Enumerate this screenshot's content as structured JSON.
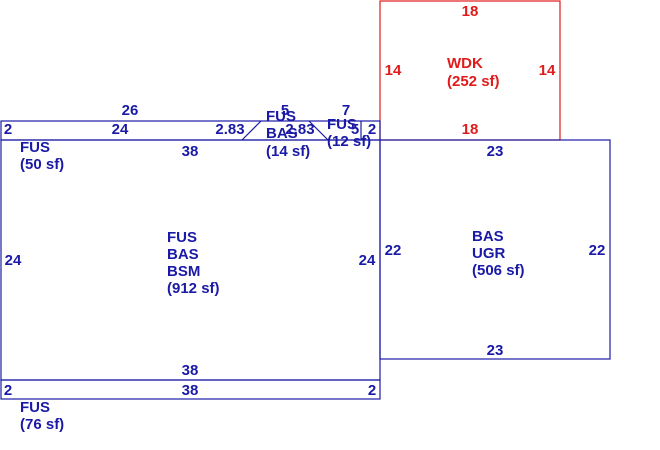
{
  "colors": {
    "primary": "#1a1aa6",
    "deck": "#e01b1b"
  },
  "areas": {
    "wdk": {
      "code": "WDK",
      "area": "(252 sf)"
    },
    "fus_top_left": {
      "code": "FUS",
      "area": "(50 sf)"
    },
    "fus_bas_small": {
      "code1": "FUS",
      "code2": "BAS",
      "area": "(14 sf)"
    },
    "fus_small": {
      "code": "FUS",
      "area": "(12 sf)"
    },
    "main": {
      "code1": "FUS",
      "code2": "BAS",
      "code3": "BSM",
      "area": "(912 sf)"
    },
    "bas_ugr": {
      "code1": "BAS",
      "code2": "UGR",
      "area": "(506 sf)"
    },
    "fus_bottom": {
      "code": "FUS",
      "area": "(76 sf)"
    }
  },
  "dimensions": {
    "wdk_top": "18",
    "wdk_left": "14",
    "wdk_right": "14",
    "wdk_bottom": "18",
    "strip_overall": "26",
    "strip_left_end": "2",
    "strip_top": "24",
    "strip_diag": "2.83",
    "small_top_a": "5",
    "small_top_b": "7",
    "small_diag": "2.83",
    "small_mid": "5",
    "strip_right_end": "2",
    "main_top": "38",
    "main_left": "24",
    "main_right": "24",
    "main_bottom": "38",
    "ugr_top": "23",
    "ugr_left": "22",
    "ugr_right": "22",
    "ugr_bottom": "23",
    "bottom_left_end": "2",
    "bottom_strip": "38",
    "bottom_right_end": "2"
  }
}
